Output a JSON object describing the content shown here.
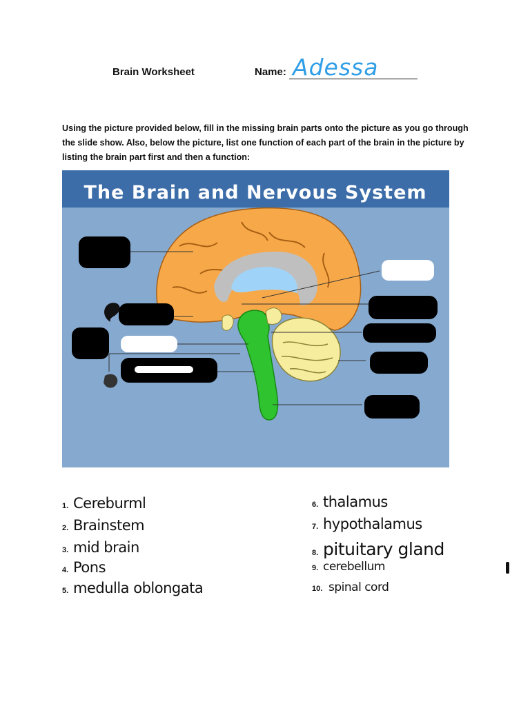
{
  "header": {
    "title": "Brain Worksheet",
    "name_label": "Name:",
    "name_value": "Adessa"
  },
  "instructions": "Using the picture provided below, fill in the missing brain parts onto the picture as you go through the slide show.  Also, below the picture, list one function of each part of the brain in the picture by listing the brain part first and then a function:",
  "figure": {
    "banner_title": "The Brain and Nervous System",
    "colors": {
      "banner": "#3c6da8",
      "background": "#86a9cf",
      "cerebrum": "#f7a94a",
      "brainstem": "#2fc32f",
      "cerebellum": "#f7ed9e",
      "corpus_callosum": "#bfbfbf",
      "ventricle": "#9fd3f7"
    }
  },
  "answers": [
    {
      "num": "1.",
      "text": "Cereburml"
    },
    {
      "num": "2.",
      "text": "Brainstem"
    },
    {
      "num": "3.",
      "text": "mid brain"
    },
    {
      "num": "4.",
      "text": "Pons"
    },
    {
      "num": "5.",
      "text": "medulla oblongata"
    },
    {
      "num": "6.",
      "text": "thalamus"
    },
    {
      "num": "7.",
      "text": "hypothalamus"
    },
    {
      "num": "8.",
      "text": "pituitary gland"
    },
    {
      "num": "9.",
      "text": "cerebellum"
    },
    {
      "num": "10.",
      "text": "spinal cord"
    }
  ]
}
